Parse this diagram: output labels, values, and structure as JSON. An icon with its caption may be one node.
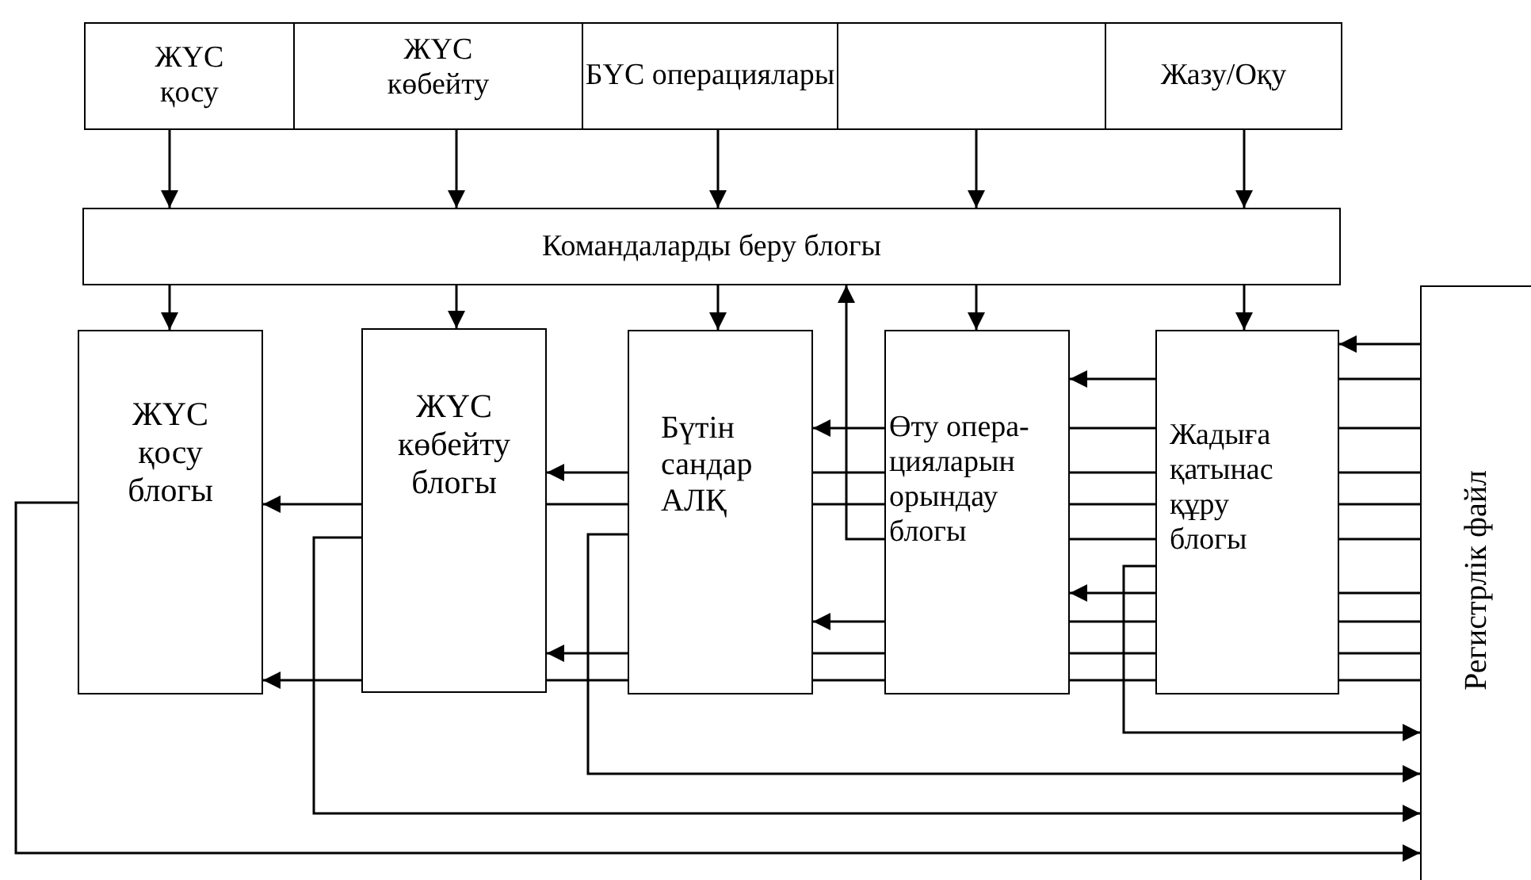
{
  "diagram": {
    "nodes": [
      {
        "text": [
          "ЖҮС қосу"
        ]
      },
      {
        "text": [
          "ЖҮС көбейту"
        ]
      },
      {
        "text": [
          "БҮС операциялары"
        ]
      },
      {
        "text": [],
        "shape": "box"
      },
      {
        "text": [
          "Жазу/Оқу"
        ]
      },
      {
        "text": [
          "Командаларды беру блогы"
        ]
      },
      {
        "text": [
          "ЖҮС қосу блогы"
        ]
      },
      {
        "text": [
          "ЖҮС көбейту блогы"
        ]
      },
      {
        "text": [
          "Бүтін сандар АЛҚ"
        ]
      },
      {
        "text": [
          "Өту опера-цияларын орындау блогы"
        ]
      },
      {
        "text": [
          "Жадыға қатынас құру блогы"
        ]
      },
      {
        "text": [
          "Регистрлік файл"
        ]
      }
    ],
    "edges": [
      {
        "from": 0,
        "to": 5,
        "arrow": "to"
      },
      {
        "from": 1,
        "to": 5,
        "arrow": "to"
      },
      {
        "from": 2,
        "to": 5,
        "arrow": "to"
      },
      {
        "from": 3,
        "to": 5,
        "arrow": "to"
      },
      {
        "from": 4,
        "to": 5,
        "arrow": "to"
      },
      {
        "from": 5,
        "to": 6,
        "arrow": "to"
      },
      {
        "from": 5,
        "to": 7,
        "arrow": "to"
      },
      {
        "from": 5,
        "to": 8,
        "arrow": "to"
      },
      {
        "from": 5,
        "to": 9,
        "arrow": "to"
      },
      {
        "from": 5,
        "to": 10,
        "arrow": "to"
      },
      {
        "from": 11,
        "to": 10,
        "arrow": "to"
      },
      {
        "from": 11,
        "to": 10,
        "arrow": "none"
      },
      {
        "from": 10,
        "to": 9,
        "arrow": "to"
      },
      {
        "from": 11,
        "to": 10,
        "arrow": "none"
      },
      {
        "from": 10,
        "to": 9,
        "arrow": "none"
      },
      {
        "from": 9,
        "to": 8,
        "arrow": "to"
      },
      {
        "from": 11,
        "to": 10,
        "arrow": "none"
      },
      {
        "from": 10,
        "to": 9,
        "arrow": "none"
      },
      {
        "from": 9,
        "to": 8,
        "arrow": "none"
      },
      {
        "from": 8,
        "to": 7,
        "arrow": "to"
      },
      {
        "from": 11,
        "to": 10,
        "arrow": "none"
      },
      {
        "from": 10,
        "to": 9,
        "arrow": "none"
      },
      {
        "from": 9,
        "to": 8,
        "arrow": "none"
      },
      {
        "from": 8,
        "to": 7,
        "arrow": "none"
      },
      {
        "from": 7,
        "to": 6,
        "arrow": "to"
      },
      {
        "from": 11,
        "to": 10,
        "arrow": "none"
      },
      {
        "from": 10,
        "to": 9,
        "arrow": "none"
      },
      {
        "from": 9,
        "to": 5,
        "arrow": "to"
      },
      {
        "from": 10,
        "to": 11,
        "arrow": "to"
      },
      {
        "from": 11,
        "to": 10,
        "arrow": "none"
      },
      {
        "from": 10,
        "to": 9,
        "arrow": "to"
      },
      {
        "from": 11,
        "to": 10,
        "arrow": "none"
      },
      {
        "from": 10,
        "to": 9,
        "arrow": "none"
      },
      {
        "from": 9,
        "to": 8,
        "arrow": "to"
      },
      {
        "from": 11,
        "to": 10,
        "arrow": "none"
      },
      {
        "from": 10,
        "to": 9,
        "arrow": "none"
      },
      {
        "from": 9,
        "to": 8,
        "arrow": "none"
      },
      {
        "from": 8,
        "to": 7,
        "arrow": "to"
      },
      {
        "from": 11,
        "to": 10,
        "arrow": "none"
      },
      {
        "from": 10,
        "to": 9,
        "arrow": "none"
      },
      {
        "from": 9,
        "to": 8,
        "arrow": "none"
      },
      {
        "from": 8,
        "to": 7,
        "arrow": "none"
      },
      {
        "from": 7,
        "to": 6,
        "arrow": "to"
      },
      {
        "from": 8,
        "to": 11,
        "arrow": "to"
      },
      {
        "from": 7,
        "to": 11,
        "arrow": "to"
      },
      {
        "from": 6,
        "to": 11,
        "arrow": "to"
      }
    ]
  }
}
